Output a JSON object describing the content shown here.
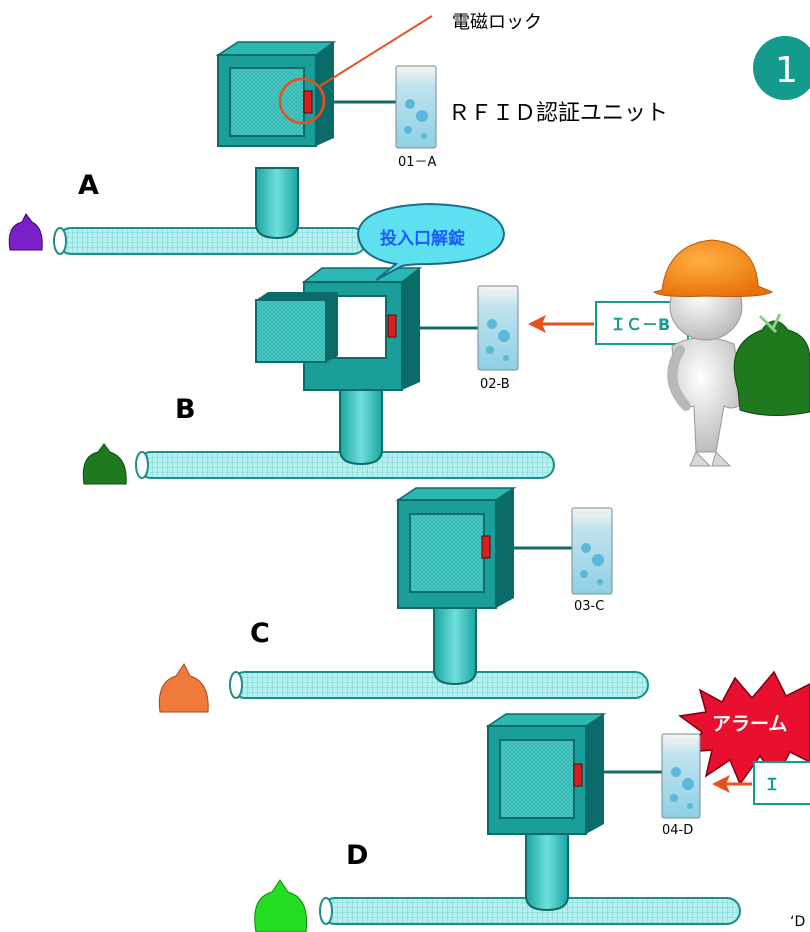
{
  "slide_number": "1",
  "callout_lock": "電磁ロック",
  "unit_caption": "ＲＦＩＤ認証ユニット",
  "bubble_text": "投入口解錠",
  "alarm_text": "アラーム",
  "ic_card_b": "ＩＣ－B",
  "ic_card_d_partial": "Ｉ",
  "bottom_partial_text": "‘D",
  "stations": [
    {
      "letter": "A",
      "unit_label": "01－A",
      "bag_color": "#7a1fc9"
    },
    {
      "letter": "B",
      "unit_label": "02-B",
      "bag_color": "#1f7a1f"
    },
    {
      "letter": "C",
      "unit_label": "03-C",
      "bag_color": "#f07a3a"
    },
    {
      "letter": "D",
      "unit_label": "04-D",
      "bag_color": "#22dd22"
    }
  ],
  "colors": {
    "cabinet": "#1a9e9a",
    "cabinet_dark": "#0b6b68",
    "pipe": "#a9ecec",
    "pipe_stroke": "#1a8e8a",
    "arrow": "#e8501e",
    "lock": "#d42020",
    "alarm": "#e8102e",
    "bubble": "#5fe0f0"
  }
}
